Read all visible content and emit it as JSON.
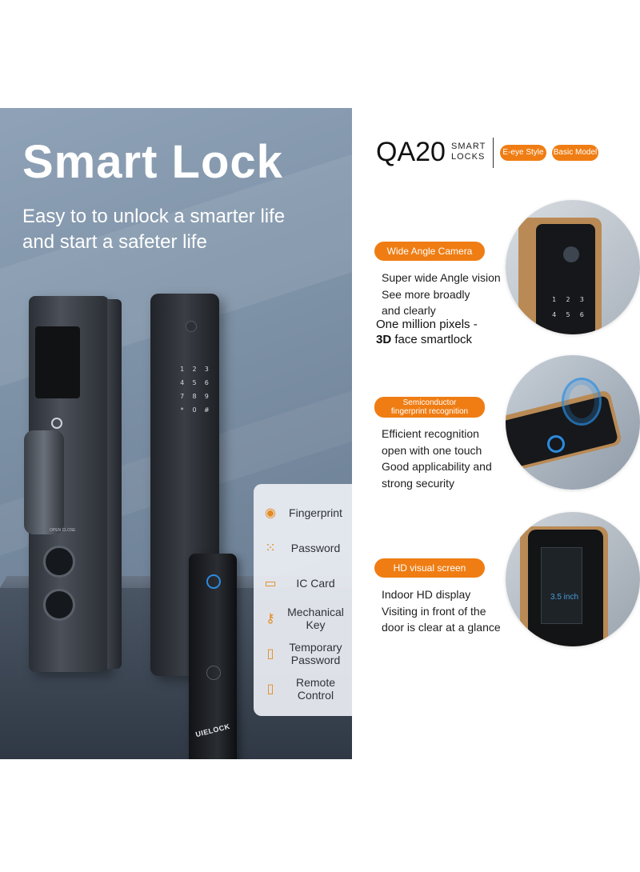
{
  "hero": {
    "title": "Smart Lock",
    "subtitle_line1": "Easy to to unlock a smarter life",
    "subtitle_line2": "and start a safeter life",
    "brand": "UIELOCK",
    "lock_labels": {
      "open": "OPEN",
      "close": "CLOSE"
    },
    "keypad": [
      "1",
      "2",
      "3",
      "4",
      "5",
      "6",
      "7",
      "8",
      "9",
      "*",
      "0",
      "#"
    ]
  },
  "features": [
    {
      "icon": "fingerprint-icon",
      "glyph": "◉",
      "label": "Fingerprint"
    },
    {
      "icon": "password-icon",
      "glyph": "⁙",
      "label": "Password"
    },
    {
      "icon": "ic-card-icon",
      "glyph": "▭",
      "label": "IC Card"
    },
    {
      "icon": "key-icon",
      "glyph": "⚷",
      "label": "Mechanical Key"
    },
    {
      "icon": "temporary-password-icon",
      "glyph": "▯",
      "label": "Temporary Password"
    },
    {
      "icon": "remote-control-icon",
      "glyph": "▯",
      "label": "Remote Control"
    }
  ],
  "model": {
    "name": "QA20",
    "sub_line1": "SMART",
    "sub_line2": "LOCKS",
    "tag1": "E-eye Style",
    "tag2": "Basic Model"
  },
  "sections": [
    {
      "label": "Wide Angle Camera",
      "lines": [
        "Super wide Angle vision",
        "See more broadly",
        "and clearly"
      ],
      "extra_line1": "One million pixels -",
      "extra_bold": "3D",
      "extra_line2_rest": " face smartlock"
    },
    {
      "label_line1": "Semiconductor",
      "label_line2": "fingerprint recognition",
      "lines": [
        "Efficient recognition",
        "open with one touch",
        "Good applicability and",
        "strong security"
      ]
    },
    {
      "label": "HD visual screen",
      "lines": [
        "Indoor HD display",
        "Visiting in front of the",
        "door is clear at a glance"
      ],
      "screen_size": "3.5 inch"
    }
  ],
  "colors": {
    "accent": "#ef7d13",
    "ring": "#2a8be0"
  }
}
